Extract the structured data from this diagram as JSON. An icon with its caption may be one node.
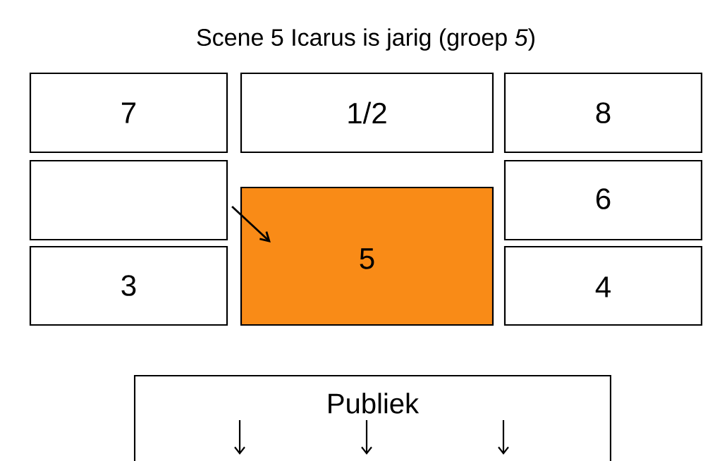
{
  "diagram": {
    "title": "Scene 5    Icarus is jarig (groep *5*)",
    "nodes": [
      {
        "text": [
          "7"
        ]
      },
      {
        "text": [
          "1/2"
        ]
      },
      {
        "text": [
          "8"
        ]
      },
      {
        "text": [],
        "shape": "box"
      },
      {
        "text": [
          "6"
        ]
      },
      {
        "text": [
          "5"
        ]
      },
      {
        "text": [
          "3"
        ]
      },
      {
        "text": [
          "4"
        ]
      },
      {
        "text": [
          "Publiek"
        ]
      }
    ],
    "edges": [
      {
        "from": 3,
        "to": 5,
        "arrow": "to"
      }
    ]
  }
}
